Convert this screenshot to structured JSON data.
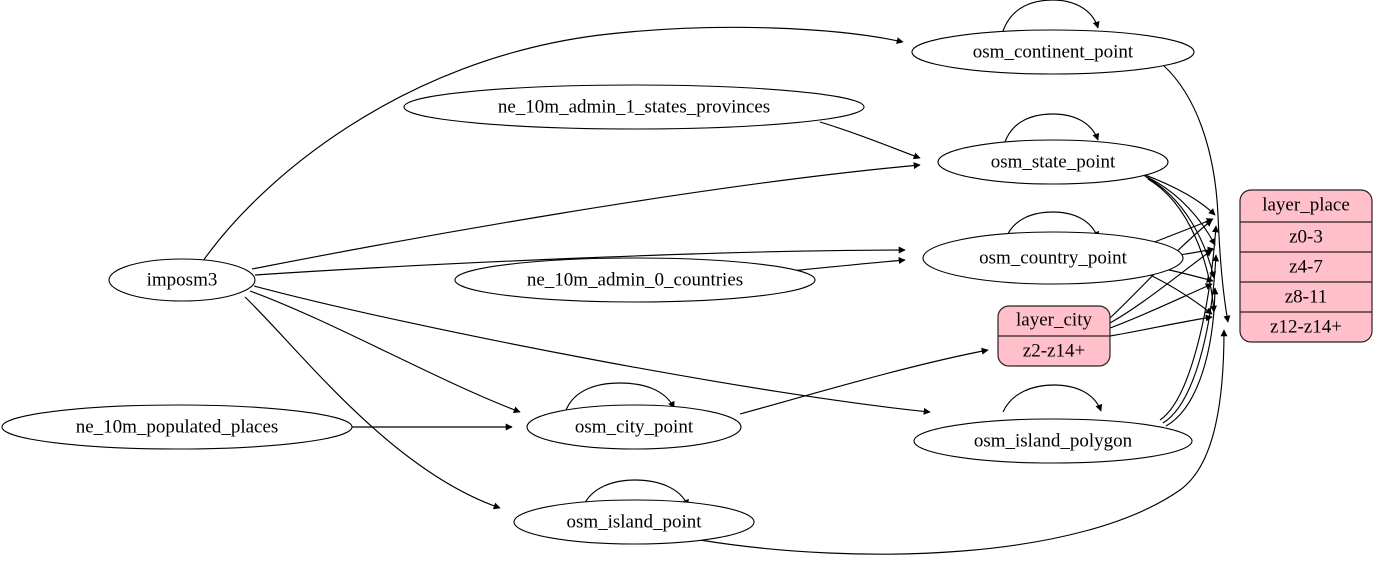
{
  "diagram": {
    "type": "directed-graph",
    "title": "",
    "background": "#ffffff",
    "node_fill_ellipse": "#ffffff",
    "node_fill_record": "#ffc0cb",
    "edge_color": "#000000"
  },
  "nodes": {
    "imposm3": {
      "label": "imposm3",
      "shape": "ellipse"
    },
    "ne_states": {
      "label": "ne_10m_admin_1_states_provinces",
      "shape": "ellipse"
    },
    "ne_countries": {
      "label": "ne_10m_admin_0_countries",
      "shape": "ellipse"
    },
    "ne_populated": {
      "label": "ne_10m_populated_places",
      "shape": "ellipse"
    },
    "osm_continent_point": {
      "label": "osm_continent_point",
      "shape": "ellipse"
    },
    "osm_state_point": {
      "label": "osm_state_point",
      "shape": "ellipse"
    },
    "osm_country_point": {
      "label": "osm_country_point",
      "shape": "ellipse"
    },
    "osm_city_point": {
      "label": "osm_city_point",
      "shape": "ellipse"
    },
    "osm_island_point": {
      "label": "osm_island_point",
      "shape": "ellipse"
    },
    "osm_island_polygon": {
      "label": "osm_island_polygon",
      "shape": "ellipse"
    }
  },
  "records": {
    "layer_place": {
      "title": "layer_place",
      "rows": [
        "z0-3",
        "z4-7",
        "z8-11",
        "z12-z14+"
      ]
    },
    "layer_city": {
      "title": "layer_city",
      "rows": [
        "z2-z14+"
      ]
    }
  },
  "edges": [
    {
      "from": "imposm3",
      "to": "osm_continent_point"
    },
    {
      "from": "imposm3",
      "to": "osm_state_point"
    },
    {
      "from": "imposm3",
      "to": "osm_country_point"
    },
    {
      "from": "imposm3",
      "to": "osm_city_point"
    },
    {
      "from": "imposm3",
      "to": "osm_island_point"
    },
    {
      "from": "ne_states",
      "to": "osm_state_point"
    },
    {
      "from": "ne_countries",
      "to": "osm_country_point"
    },
    {
      "from": "ne_populated",
      "to": "osm_city_point"
    },
    {
      "from": "osm_continent_point",
      "to": "osm_continent_point"
    },
    {
      "from": "osm_state_point",
      "to": "osm_state_point"
    },
    {
      "from": "osm_country_point",
      "to": "osm_country_point"
    },
    {
      "from": "osm_city_point",
      "to": "osm_city_point"
    },
    {
      "from": "osm_island_point",
      "to": "osm_island_point"
    },
    {
      "from": "osm_island_polygon",
      "to": "osm_island_polygon"
    },
    {
      "from": "osm_continent_point",
      "to": "layer_place"
    },
    {
      "from": "osm_state_point",
      "to": "layer_place"
    },
    {
      "from": "osm_country_point",
      "to": "layer_place"
    },
    {
      "from": "osm_island_point",
      "to": "layer_place"
    },
    {
      "from": "osm_island_polygon",
      "to": "layer_place"
    },
    {
      "from": "layer_city",
      "to": "layer_place"
    },
    {
      "from": "osm_city_point",
      "to": "layer_city"
    },
    {
      "from": "imposm3",
      "to": "osm_island_polygon"
    }
  ]
}
